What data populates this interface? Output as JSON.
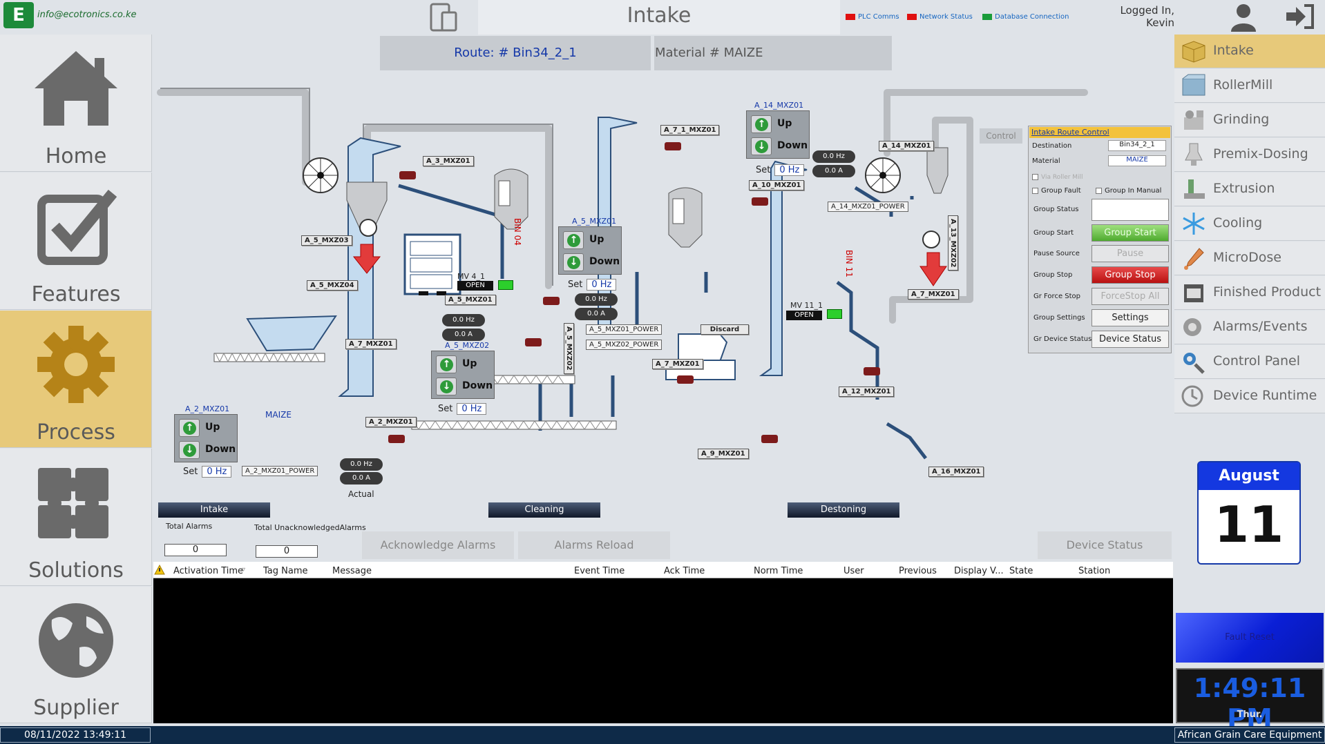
{
  "header": {
    "logo": "E",
    "email": "info@ecotronics.co.ke",
    "title": "Intake",
    "status": [
      {
        "label": "PLC Comms",
        "color": "#e01010"
      },
      {
        "label": "Network Status",
        "color": "#e01010"
      },
      {
        "label": "Database Connection",
        "color": "#1a9c3a"
      }
    ],
    "logged_in_label": "Logged In,",
    "user": "Kevin"
  },
  "leftnav": [
    {
      "label": "Home",
      "icon": "home-icon"
    },
    {
      "label": "Features",
      "icon": "checkbox-icon"
    },
    {
      "label": "Process",
      "icon": "gear-icon",
      "active": true
    },
    {
      "label": "Solutions",
      "icon": "puzzle-icon"
    },
    {
      "label": "Supplier",
      "icon": "globe-icon"
    }
  ],
  "route": {
    "label": "Route: # Bin34_2_1",
    "material": "Material # MAIZE"
  },
  "process": {
    "tags": [
      "A_3_MXZ01",
      "A_5_MXZ03",
      "A_5_MXZ04",
      "A_7_MXZ01",
      "A_5_MXZ01",
      "A_5_MXZ02",
      "A_2_MXZ01",
      "A_7_1_MXZ01",
      "A_7_MXZ01",
      "A_9_MXZ01",
      "A_10_MXZ01",
      "A_14_MXZ01",
      "A_7_MXZ01",
      "A_12_MXZ01",
      "A_16_MXZ01",
      "A_13_MXZ02"
    ],
    "ud_titles": {
      "a5": "A_5_MXZ01",
      "a5b": "A_5_MXZ02",
      "a2": "A_2_MXZ01",
      "a14": "A_14_MXZ01"
    },
    "up": "Up",
    "down": "Down",
    "set": "Set",
    "hz": "0 Hz",
    "pill_hz": "0.0 Hz",
    "pill_a": "0.0 A",
    "power": {
      "a5_1": "A_5_MXZ01_POWER",
      "a5_2": "A_5_MXZ02_POWER",
      "a2": "A_2_MXZ01_POWER",
      "a14": "A_14_MXZ01_POWER"
    },
    "bin04": "BIN 04",
    "bin11": "BIN 11",
    "mv4": "MV 4_1",
    "mv11": "MV 11_1",
    "open": "OPEN",
    "hopper": "MAIZE",
    "actual": "Actual",
    "discard": "Discard",
    "control": "Control",
    "sections": [
      "Intake",
      "Cleaning",
      "Destoning"
    ]
  },
  "route_control": {
    "title": "Intake Route Control",
    "destination_label": "Destination",
    "destination": "Bin34_2_1",
    "material_label": "Material",
    "material": "MAIZE",
    "via": "Via Roller Mill",
    "group_fault": "Group Fault",
    "group_manual": "Group In Manual",
    "rows": [
      {
        "label": "Group Status",
        "button": ""
      },
      {
        "label": "Group Start",
        "button": "Group Start"
      },
      {
        "label": "Pause Source",
        "button": "Pause"
      },
      {
        "label": "Group Stop",
        "button": "Group Stop"
      },
      {
        "label": "Gr Force Stop",
        "button": "ForceStop All"
      },
      {
        "label": "Group Settings",
        "button": "Settings"
      },
      {
        "label": "Gr Device Status",
        "button": "Device Status"
      }
    ]
  },
  "rightnav": [
    {
      "label": "Intake",
      "icon": "box-icon",
      "active": true
    },
    {
      "label": "RollerMill",
      "icon": "rollermill-icon"
    },
    {
      "label": "Grinding",
      "icon": "grinder-icon"
    },
    {
      "label": "Premix-Dosing",
      "icon": "dosing-icon"
    },
    {
      "label": "Extrusion",
      "icon": "extruder-icon"
    },
    {
      "label": "Cooling",
      "icon": "snowflake-icon"
    },
    {
      "label": "MicroDose",
      "icon": "dropper-icon"
    },
    {
      "label": "Finished Product",
      "icon": "bag-icon"
    },
    {
      "label": "Alarms/Events",
      "icon": "alarm-icon"
    },
    {
      "label": "Control Panel",
      "icon": "tools-icon"
    },
    {
      "label": "Device Runtime",
      "icon": "clock-icon"
    }
  ],
  "calendar": {
    "month": "August",
    "day": "11"
  },
  "fault_reset": "Fault Reset",
  "clock": {
    "time": "1:49:11 PM",
    "day": "Thur."
  },
  "alarms": {
    "total_label": "Total Alarms",
    "total": "0",
    "unack_label": "Total  UnacknowledgedAlarms",
    "unack": "0",
    "ack_button": "Acknowledge Alarms",
    "reload_button": "Alarms Reload",
    "device_status": "Device Status",
    "columns": [
      "Activation Time",
      "Tag Name",
      "Message",
      "Event Time",
      "Ack Time",
      "Norm Time",
      "User",
      "Previous",
      "Display V...",
      "State",
      "Station"
    ]
  },
  "footer": {
    "datetime": "08/11/2022 13:49:11",
    "company": "African Grain Care Equipment"
  }
}
